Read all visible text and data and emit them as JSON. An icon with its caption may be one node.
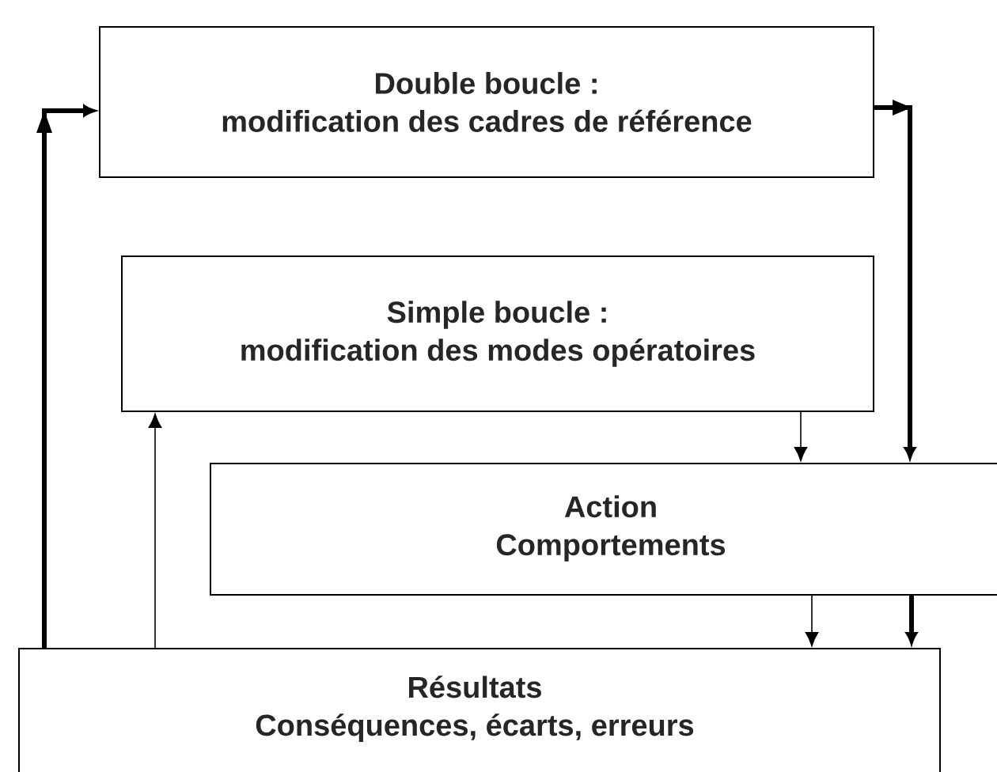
{
  "diagram": {
    "nodes": [
      {
        "text": [
          "Double boucle :",
          "modification des cadres de référence"
        ]
      },
      {
        "text": [
          "Simple boucle :",
          "modification des modes opératoires"
        ]
      },
      {
        "text": [
          "Action",
          "Comportements"
        ]
      },
      {
        "text": [
          "Résultats",
          "Conséquences, écarts, erreurs"
        ]
      }
    ],
    "edges": [
      {
        "from": 3,
        "to": 0,
        "arrow": "to",
        "style": "thick"
      },
      {
        "from": 0,
        "to": 2,
        "arrow": "to",
        "style": "thick"
      },
      {
        "from": 1,
        "to": 2,
        "arrow": "to"
      },
      {
        "from": 2,
        "to": 3,
        "arrow": "to"
      },
      {
        "from": 2,
        "to": 3,
        "arrow": "to",
        "style": "thick"
      },
      {
        "from": 3,
        "to": 1,
        "arrow": "to"
      }
    ]
  }
}
